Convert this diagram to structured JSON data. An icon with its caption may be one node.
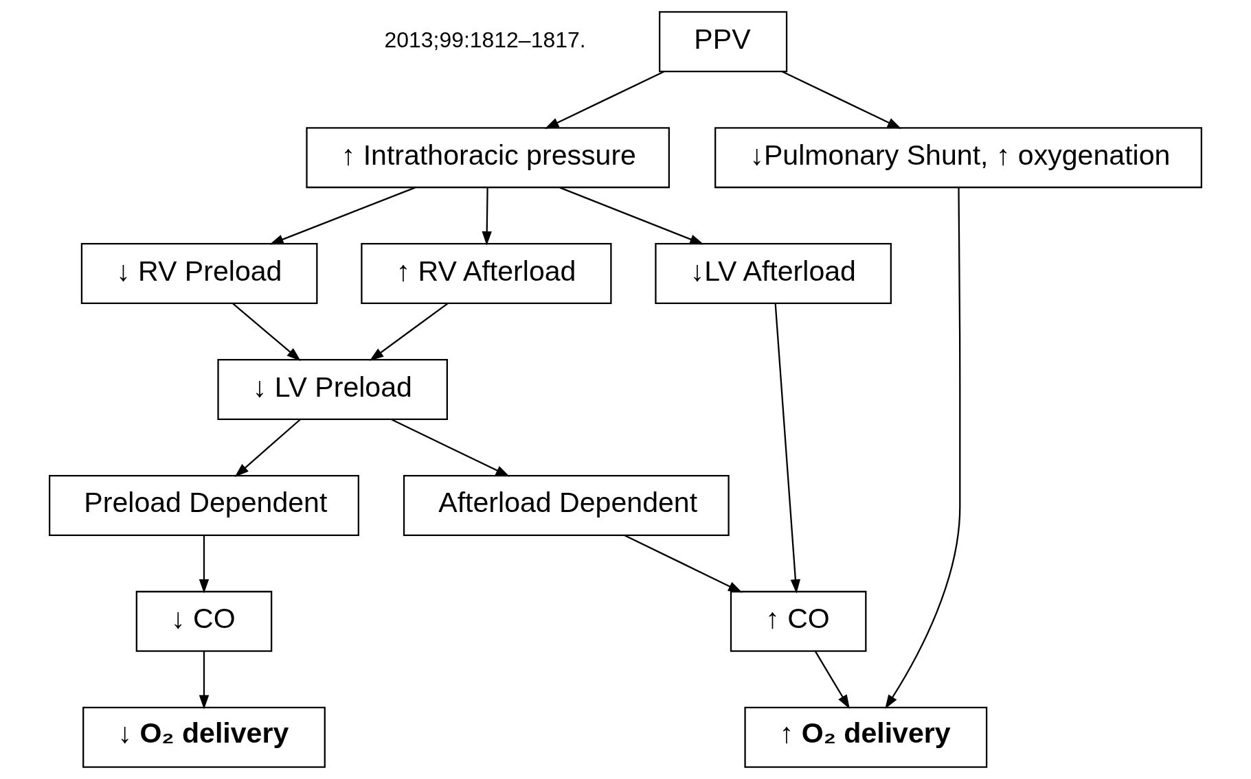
{
  "diagram": {
    "nodes": [
      {
        "text": [
          "PPV"
        ]
      },
      {
        "text": [
          "↑ Intrathoracic pressure"
        ]
      },
      {
        "text": [
          "↓Pulmonary Shunt, ↑ oxygenation"
        ]
      },
      {
        "text": [
          "↓ RV Preload"
        ]
      },
      {
        "text": [
          "↑ RV Afterload"
        ]
      },
      {
        "text": [
          "↓LV Afterload"
        ]
      },
      {
        "text": [
          "↓ LV Preload"
        ]
      },
      {
        "text": [
          "Preload Dependent"
        ]
      },
      {
        "text": [
          "Afterload Dependent"
        ]
      },
      {
        "text": [
          "↓ CO"
        ]
      },
      {
        "text": [
          "↑ CO"
        ]
      },
      {
        "text": [
          "↓ O₂ delivery"
        ]
      },
      {
        "text": [
          "↑ O₂ delivery"
        ]
      }
    ],
    "edges": [
      {
        "from": 0,
        "to": 1,
        "arrow": "to"
      },
      {
        "from": 0,
        "to": 2,
        "arrow": "to"
      },
      {
        "from": 1,
        "to": 3,
        "arrow": "to"
      },
      {
        "from": 1,
        "to": 4,
        "arrow": "to"
      },
      {
        "from": 1,
        "to": 5,
        "arrow": "to"
      },
      {
        "from": 3,
        "to": 6,
        "arrow": "to"
      },
      {
        "from": 4,
        "to": 6,
        "arrow": "to"
      },
      {
        "from": 6,
        "to": 7,
        "arrow": "to"
      },
      {
        "from": 6,
        "to": 8,
        "arrow": "to"
      },
      {
        "from": 7,
        "to": 9,
        "arrow": "to"
      },
      {
        "from": 8,
        "to": 10,
        "arrow": "to"
      },
      {
        "from": 5,
        "to": 10,
        "arrow": "to"
      },
      {
        "from": 9,
        "to": 11,
        "arrow": "to"
      },
      {
        "from": 10,
        "to": 12,
        "arrow": "to"
      },
      {
        "from": 2,
        "to": 12,
        "arrow": "to"
      }
    ],
    "labels": [
      "2013;99:1812–1817."
    ]
  }
}
